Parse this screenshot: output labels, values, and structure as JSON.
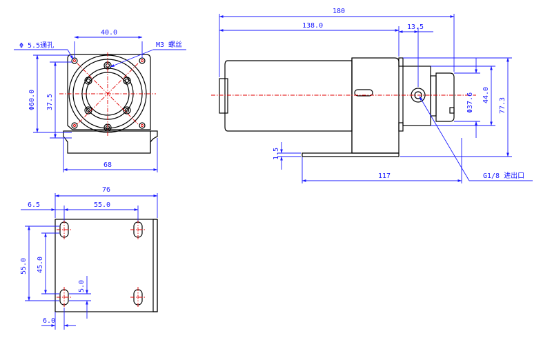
{
  "colors": {
    "outline": "#000000",
    "dimension": "#1a1aff",
    "centerline": "#e00000",
    "background": "#ffffff"
  },
  "front_view": {
    "dim_hole": "Φ 5.5通孔",
    "dim_hole_spacing": "40.0",
    "dim_thread": "M3 螺丝",
    "dim_diameter": "Φ60.0",
    "dim_offset": "37.5",
    "dim_width": "68"
  },
  "side_view": {
    "dim_total_length": "180",
    "dim_motor_length": "138.0",
    "dim_port_offset": "13.5",
    "dim_d1": "Φ37.6",
    "dim_d2": "44.0",
    "dim_height": "77.3",
    "dim_base_thickness": "1.5",
    "dim_base_length": "117",
    "port_label": "G1/8 进出口"
  },
  "bottom_view": {
    "dim_width": "76",
    "dim_edge": "6.5",
    "dim_slot_spacing": "55.0",
    "dim_height_outer": "55.0",
    "dim_height_inner": "45.0",
    "dim_slot_length": "5.0",
    "dim_bottom_edge": "6.0"
  }
}
